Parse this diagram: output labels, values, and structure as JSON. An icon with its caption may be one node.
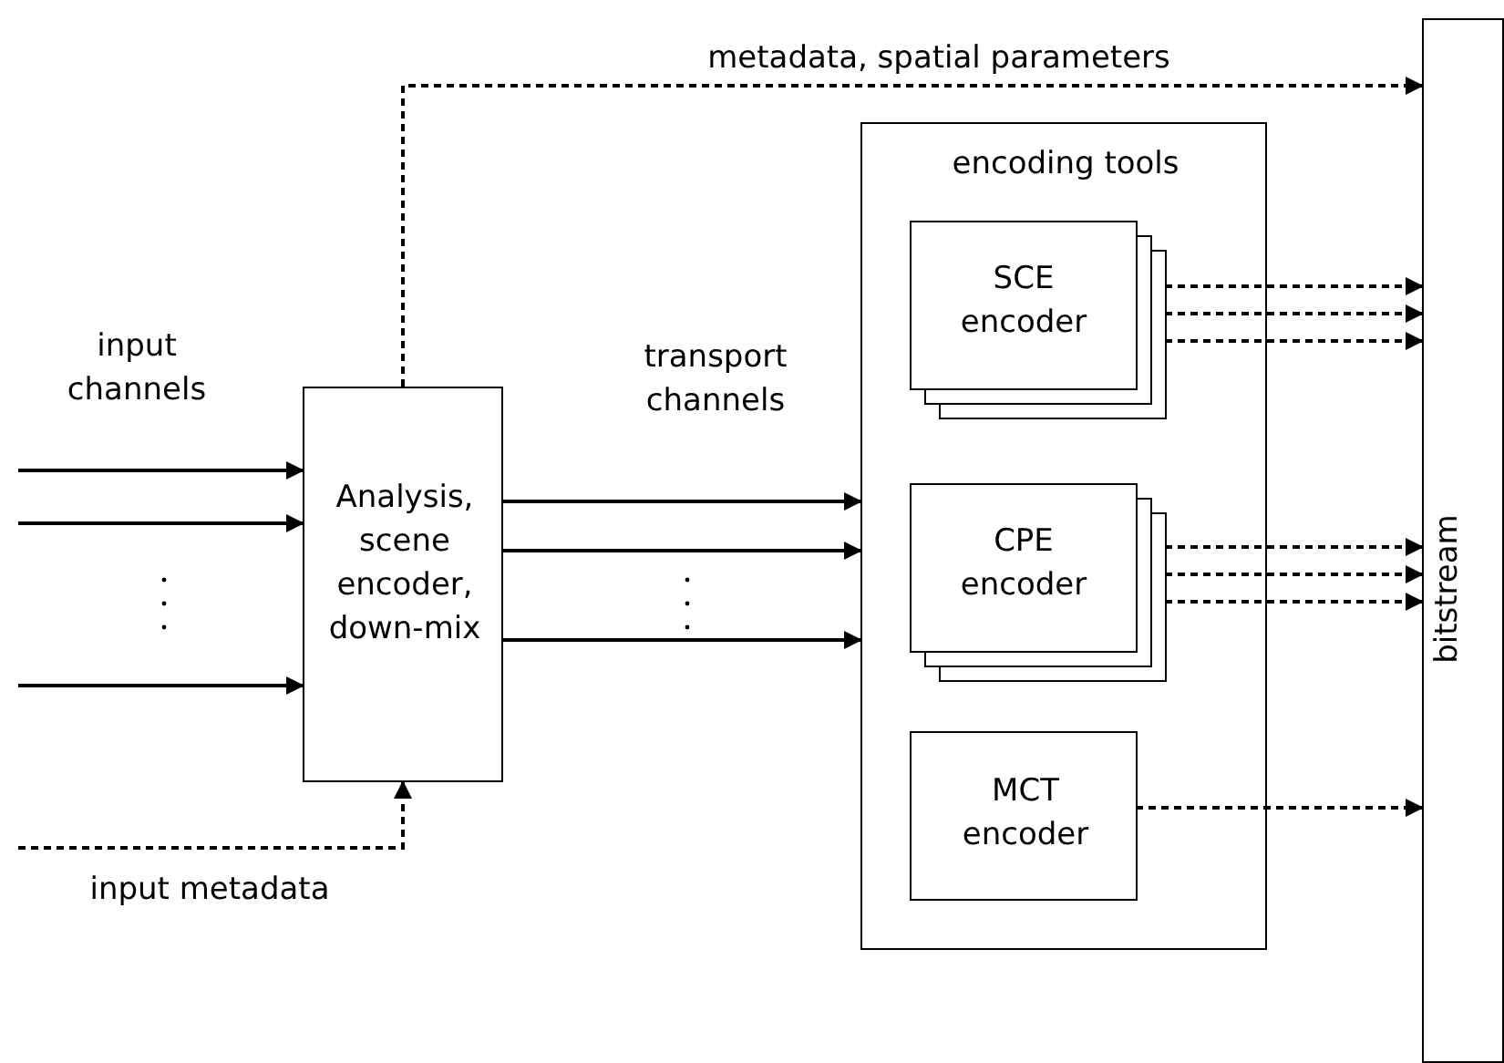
{
  "diagram": {
    "nodes": [
      {
        "text": [
          "Analysis, scene encoder, down-mix"
        ]
      },
      {
        "text": [
          "encoding tools"
        ]
      },
      {
        "text": [
          "SCE encoder"
        ],
        "in": 1
      },
      {
        "text": [
          "CPE encoder"
        ],
        "in": 1
      },
      {
        "text": [
          "MCT encoder"
        ],
        "in": 1
      },
      {
        "text": [
          "bitstream"
        ]
      }
    ],
    "edges": [
      {
        "from": null,
        "to": 0,
        "arrow": "to"
      },
      {
        "from": null,
        "to": 0,
        "arrow": "to"
      },
      {
        "from": null,
        "to": 0,
        "arrow": "to"
      },
      {
        "from": null,
        "to": 0,
        "arrow": "to",
        "style": "dashed"
      },
      {
        "from": 0,
        "to": 5,
        "arrow": "to",
        "style": "dashed",
        "label": "metadata, spatial parameters"
      },
      {
        "from": 0,
        "to": 1,
        "arrow": "to"
      },
      {
        "from": 0,
        "to": 1,
        "arrow": "to"
      },
      {
        "from": 0,
        "to": 1,
        "arrow": "to"
      },
      {
        "from": 2,
        "to": 5,
        "arrow": "to",
        "style": "dashed"
      },
      {
        "from": 2,
        "to": 5,
        "arrow": "to",
        "style": "dashed"
      },
      {
        "from": 2,
        "to": 5,
        "arrow": "to",
        "style": "dashed"
      },
      {
        "from": 3,
        "to": 5,
        "arrow": "to",
        "style": "dashed"
      },
      {
        "from": 3,
        "to": 5,
        "arrow": "to",
        "style": "dashed"
      },
      {
        "from": 3,
        "to": 5,
        "arrow": "to",
        "style": "dashed"
      },
      {
        "from": 4,
        "to": 5,
        "arrow": "to",
        "style": "dashed"
      }
    ],
    "labels": [
      "input channels",
      "transport channels",
      "input metadata"
    ]
  }
}
